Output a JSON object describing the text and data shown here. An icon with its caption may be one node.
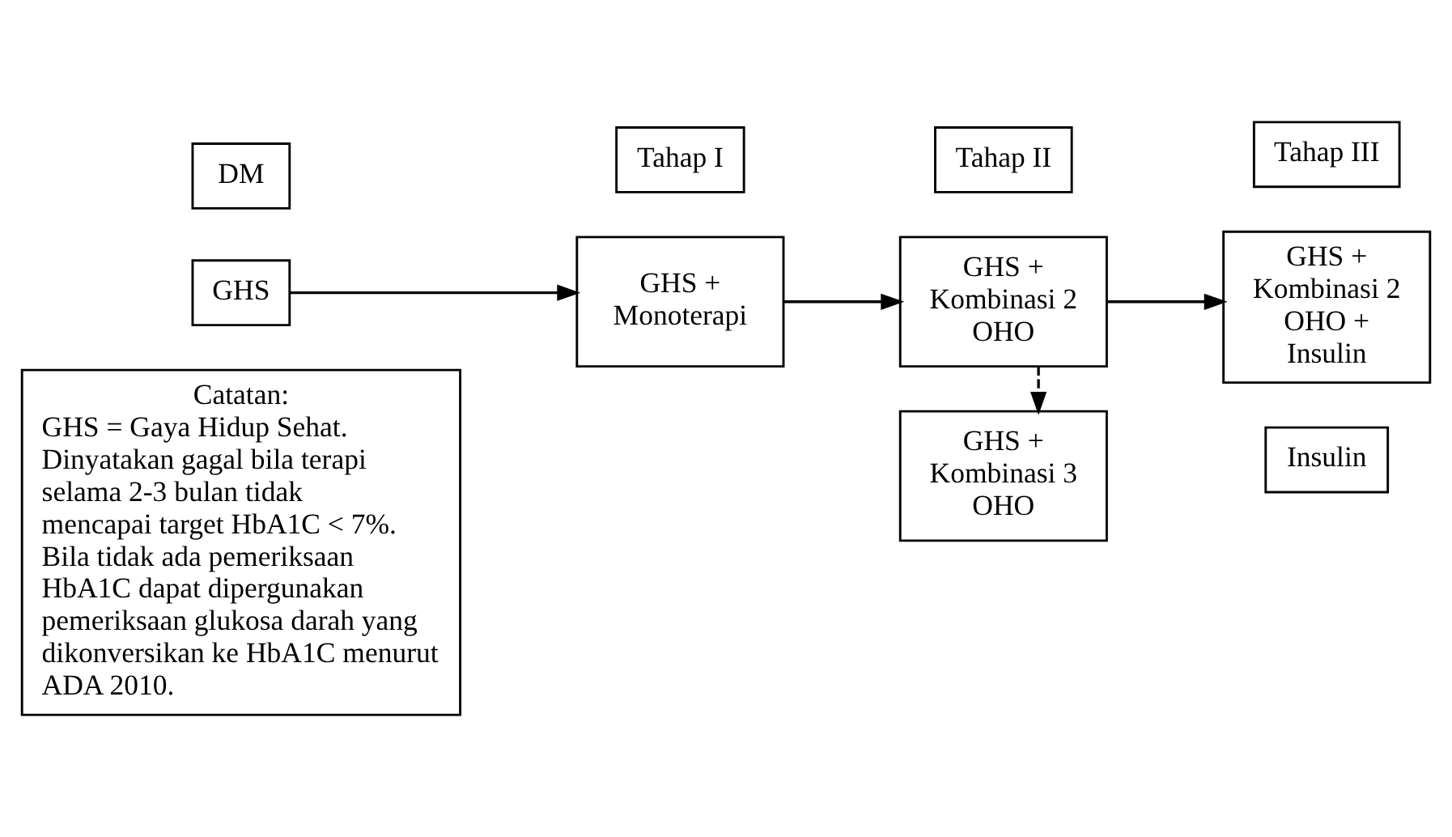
{
  "diagram": {
    "nodes": [
      {
        "text": [
          "DM"
        ]
      },
      {
        "text": [
          "Tahap I"
        ]
      },
      {
        "text": [
          "Tahap II"
        ]
      },
      {
        "text": [
          "Tahap III"
        ]
      },
      {
        "text": [
          "GHS"
        ]
      },
      {
        "text": [
          "GHS + Monoterapi"
        ]
      },
      {
        "text": [
          "GHS + Kombinasi 2 OHO"
        ]
      },
      {
        "text": [
          "GHS + Kombinasi 2 OHO + Insulin"
        ]
      },
      {
        "text": [
          "GHS + Kombinasi 3 OHO"
        ]
      },
      {
        "text": [
          "Insulin"
        ]
      },
      {
        "text": [
          "Catatan:",
          "GHS = Gaya Hidup Sehat. Dinyatakan gagal bila terapi selama 2-3 bulan tidak mencapai target HbA1C < 7%.",
          "Bila tidak ada pemeriksaan HbA1C dapat dipergunakan pemeriksaan glukosa darah yang dikonversikan ke HbA1C menurut ADA 2010."
        ]
      }
    ],
    "edges": [
      {
        "from": 4,
        "to": 5,
        "arrow": "to"
      },
      {
        "from": 5,
        "to": 6,
        "arrow": "to"
      },
      {
        "from": 6,
        "to": 7,
        "arrow": "to"
      },
      {
        "from": 6,
        "to": 8,
        "arrow": "to",
        "style": "dashed"
      }
    ]
  }
}
